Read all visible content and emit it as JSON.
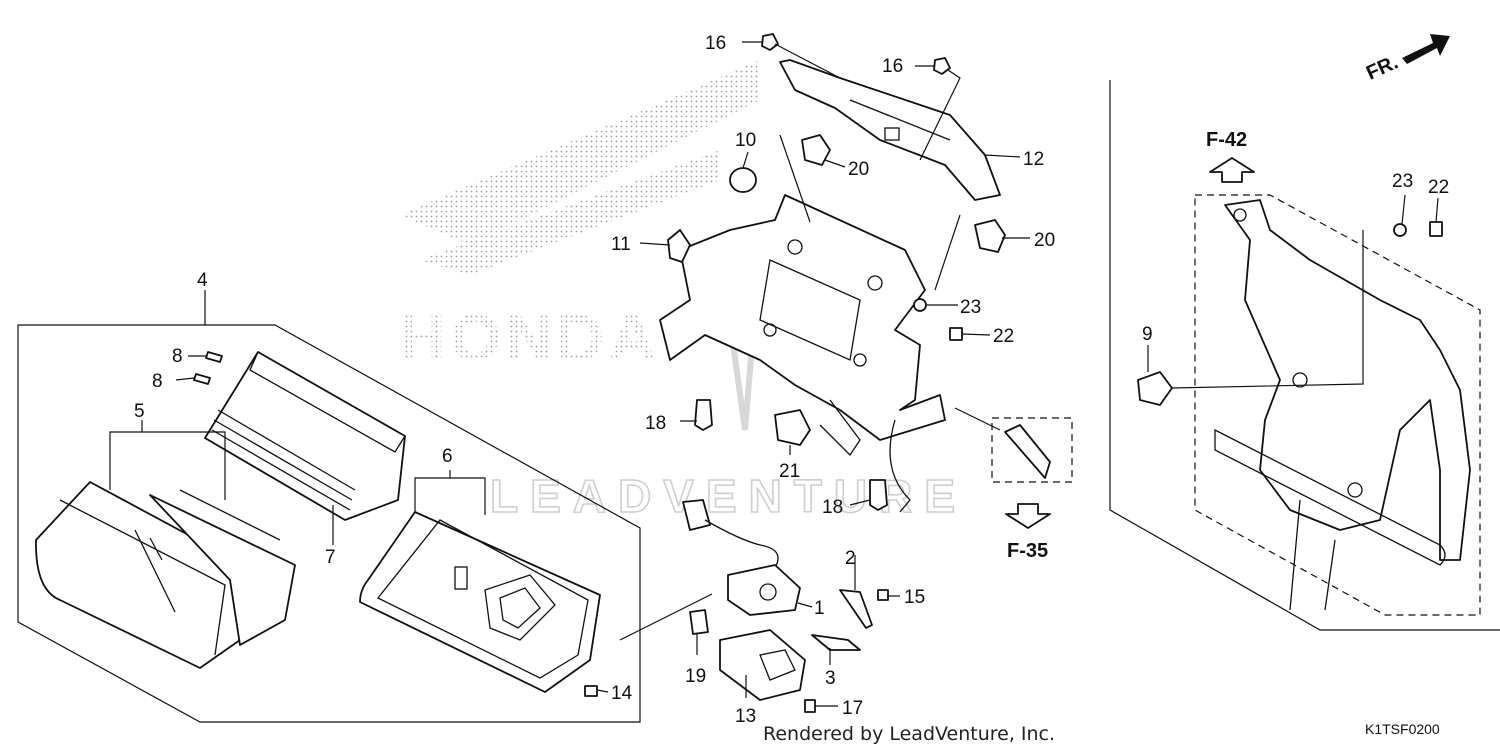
{
  "callouts": {
    "c1": "1",
    "c2": "2",
    "c3": "3",
    "c4": "4",
    "c5": "5",
    "c6": "6",
    "c7": "7",
    "c8a": "8",
    "c8b": "8",
    "c9": "9",
    "c10": "10",
    "c11": "11",
    "c12": "12",
    "c13": "13",
    "c14": "14",
    "c15": "15",
    "c16a": "16",
    "c16b": "16",
    "c17": "17",
    "c18a": "18",
    "c18b": "18",
    "c19": "19",
    "c20a": "20",
    "c20b": "20",
    "c21": "21",
    "c22a": "22",
    "c22b": "22",
    "c23a": "23",
    "c23b": "23"
  },
  "references": {
    "front": "FR.",
    "f42": "F-42",
    "f35": "F-35"
  },
  "diagram_code": "K1TSF0200",
  "credit": "Rendered by LeadVenture, Inc.",
  "watermark": "LEADVENTURE",
  "brand_logo": "HONDA",
  "icons": [
    "front-direction-arrow-icon",
    "up-arrow-icon",
    "down-arrow-icon"
  ]
}
